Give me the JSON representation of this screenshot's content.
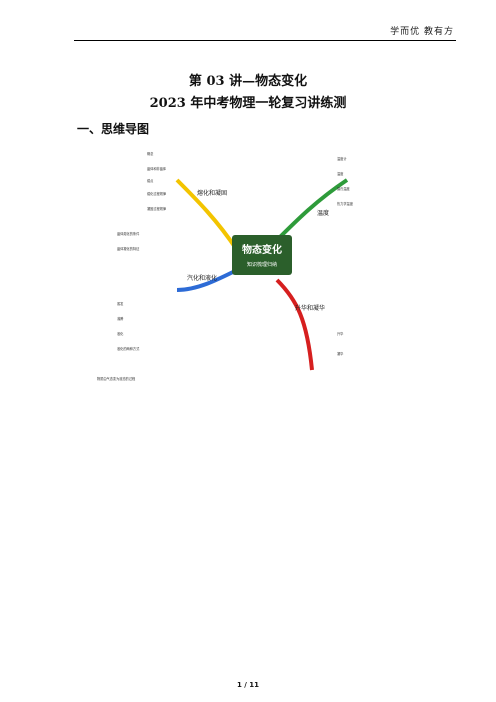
{
  "header": {
    "text": "学而优  教有方"
  },
  "title": {
    "main": "第 03 讲—物态变化",
    "sub": "2023 年中考物理一轮复习讲练测"
  },
  "section": {
    "heading": "一、思维导图"
  },
  "mindmap": {
    "center_title": "物态变化",
    "center_subtitle": "知识梳理归纳",
    "branches": {
      "melt": "熔化和凝固",
      "temp": "温度",
      "vapor": "汽化和液化",
      "subl": "升华和凝华"
    },
    "nodes": {
      "concept": "概念",
      "crystal": "晶体和非晶体",
      "melt_point": "熔点",
      "process": "熔化过程规律",
      "solid_process": "凝固过程规律",
      "conditions": "晶体熔化的条件",
      "features": "晶体凝化的特征",
      "thermo": "温度计",
      "temp_def": "温度",
      "scale": "摄氏温度",
      "unit": "热力学温度",
      "evap": "蒸发",
      "boil": "沸腾",
      "liquefy": "液化",
      "methods": "液化的两种方式",
      "subl_node": "升华",
      "deposit": "凝华",
      "note": "物质由气态变为液态的过程"
    }
  },
  "footer": {
    "page": "1 / 11"
  }
}
